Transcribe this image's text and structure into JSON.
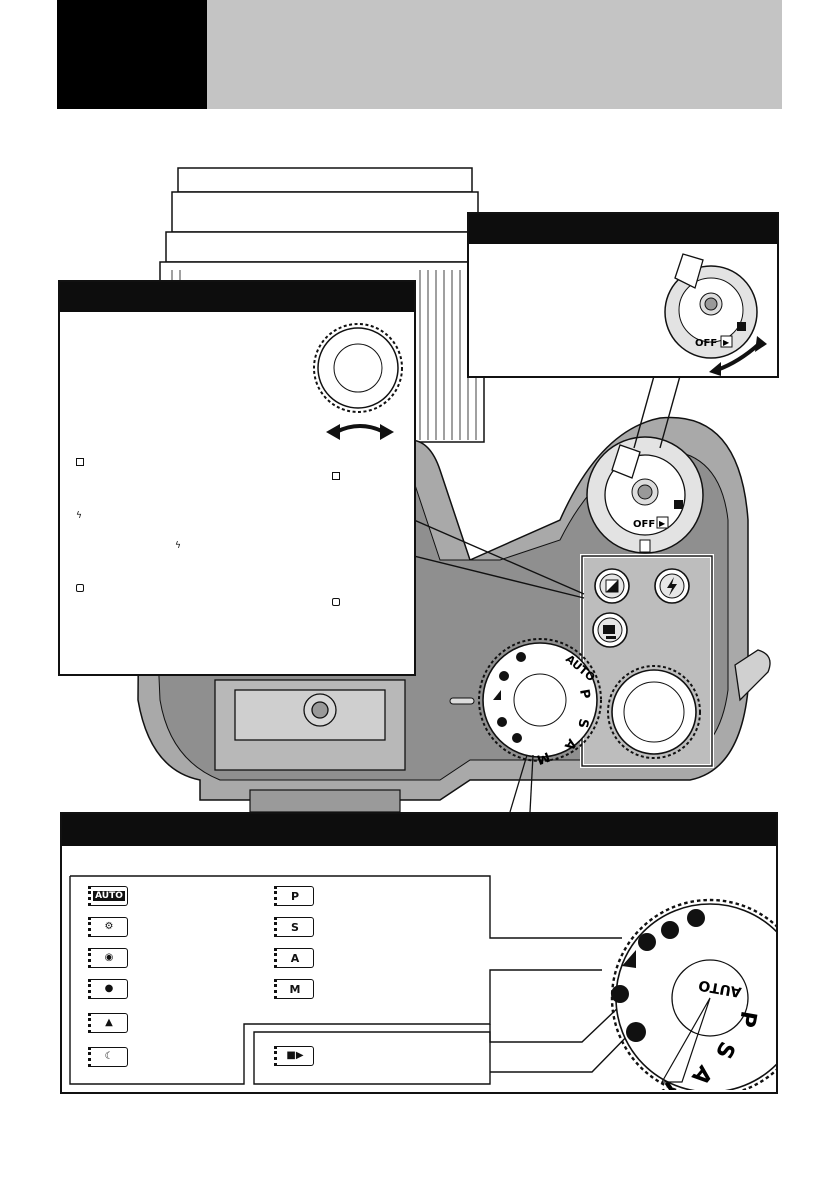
{
  "header": {
    "block_color": "#000000",
    "band_color": "#c4c4c4"
  },
  "power_switch": {
    "off_label": "OFF",
    "playback_glyph": "▶",
    "shoot_icon": "camera-icon"
  },
  "command_dial_panel": {
    "icons": [
      "exposure-compensation-icon",
      "flash-icon",
      "continuous-shooting-icon"
    ]
  },
  "mode_dial": {
    "labels": [
      "AUTO",
      "P",
      "S",
      "A",
      "M"
    ],
    "tags_left": [
      {
        "label": "AUTO",
        "icon": "auto-mode-icon"
      },
      {
        "label": "",
        "icon": "scene-sports-icon"
      },
      {
        "label": "",
        "icon": "night-landscape-icon"
      },
      {
        "label": "",
        "icon": "portrait-icon"
      },
      {
        "label": "",
        "icon": "landscape-icon"
      },
      {
        "label": "",
        "icon": "night-portrait-icon"
      }
    ],
    "tags_right": [
      {
        "label": "P",
        "icon": "program-mode-icon"
      },
      {
        "label": "S",
        "icon": "shutter-priority-icon"
      },
      {
        "label": "A",
        "icon": "aperture-priority-icon"
      },
      {
        "label": "M",
        "icon": "manual-mode-icon"
      }
    ],
    "movie_tag": {
      "label": "",
      "icon": "movie-icon"
    }
  }
}
